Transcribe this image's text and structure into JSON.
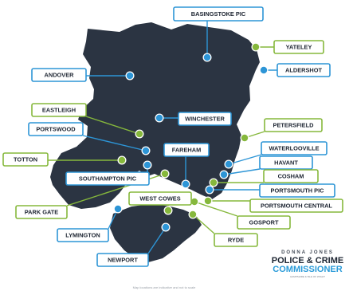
{
  "colors": {
    "land": "#2b3442",
    "blue": "#2d95d6",
    "green": "#86b83c",
    "label_text": "#1c2431",
    "commissioner_accent": "#2a9bd9"
  },
  "locations": [
    {
      "id": "basingstoke-pic",
      "label": "BASINGSTOKE PIC",
      "kind": "blue"
    },
    {
      "id": "yateley",
      "label": "YATELEY",
      "kind": "green"
    },
    {
      "id": "aldershot",
      "label": "ALDERSHOT",
      "kind": "blue"
    },
    {
      "id": "andover",
      "label": "ANDOVER",
      "kind": "blue"
    },
    {
      "id": "eastleigh",
      "label": "EASTLEIGH",
      "kind": "green"
    },
    {
      "id": "winchester",
      "label": "WINCHESTER",
      "kind": "blue"
    },
    {
      "id": "petersfield",
      "label": "PETERSFIELD",
      "kind": "green"
    },
    {
      "id": "portswood",
      "label": "PORTSWOOD",
      "kind": "blue"
    },
    {
      "id": "fareham",
      "label": "FAREHAM",
      "kind": "blue"
    },
    {
      "id": "waterlooville",
      "label": "WATERLOOVILLE",
      "kind": "blue"
    },
    {
      "id": "totton",
      "label": "TOTTON",
      "kind": "green"
    },
    {
      "id": "havant",
      "label": "HAVANT",
      "kind": "blue"
    },
    {
      "id": "southampton-pic",
      "label": "SOUTHAMPTON PIC",
      "kind": "blue"
    },
    {
      "id": "cosham",
      "label": "COSHAM",
      "kind": "green"
    },
    {
      "id": "portsmouth-pic",
      "label": "PORTSMOUTH PIC",
      "kind": "blue"
    },
    {
      "id": "west-cowes",
      "label": "WEST COWES",
      "kind": "green"
    },
    {
      "id": "portsmouth-central",
      "label": "PORTSMOUTH CENTRAL",
      "kind": "green"
    },
    {
      "id": "park-gate",
      "label": "PARK GATE",
      "kind": "green"
    },
    {
      "id": "gosport",
      "label": "GOSPORT",
      "kind": "green"
    },
    {
      "id": "lymington",
      "label": "LYMINGTON",
      "kind": "blue"
    },
    {
      "id": "ryde",
      "label": "RYDE",
      "kind": "green"
    },
    {
      "id": "newport",
      "label": "NEWPORT",
      "kind": "blue"
    }
  ],
  "commissioner": {
    "name": "DONNA JONES",
    "title": "POLICE & CRIME",
    "subtitle": "COMMISSIONER",
    "tagline": "HAMPSHIRE & ISLE OF WIGHT"
  },
  "footnote": "Map locations are indicative and not to scale"
}
